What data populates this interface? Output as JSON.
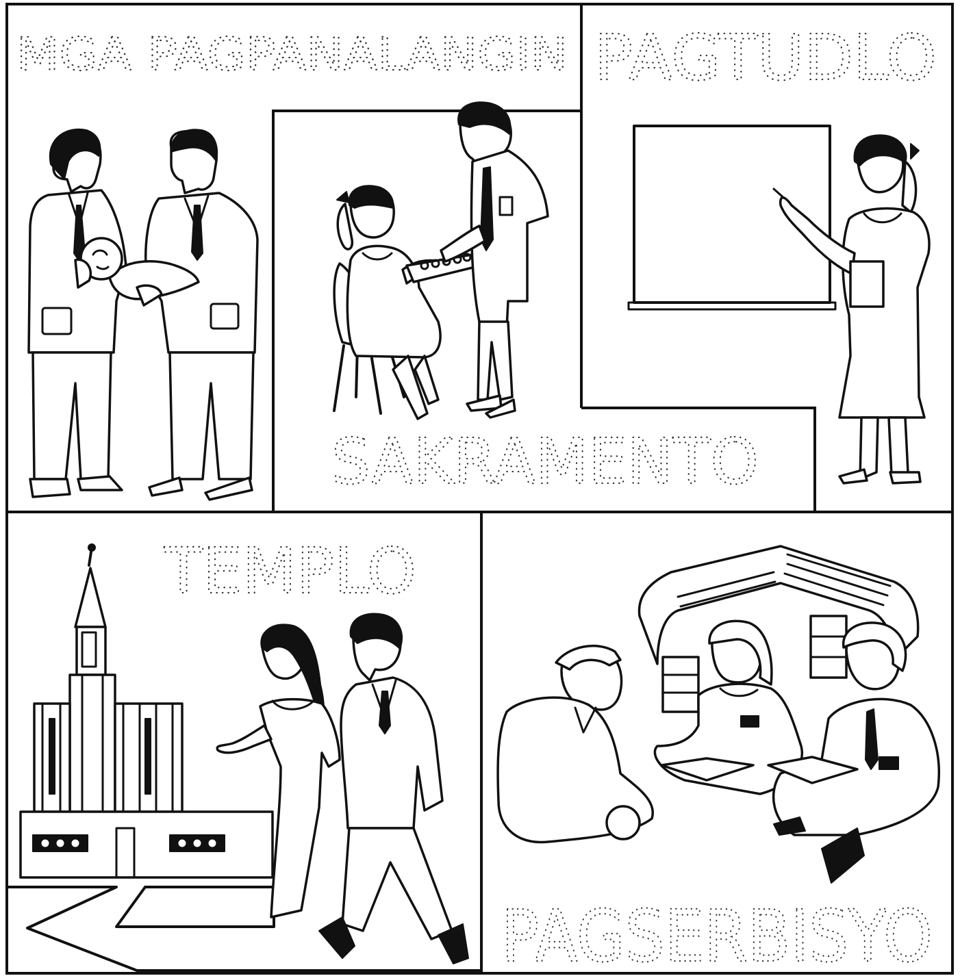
{
  "panels": {
    "blessing": {
      "label": "MGA PAGPANALANGIN"
    },
    "teaching": {
      "label": "PAGTUDLO"
    },
    "sacrament": {
      "label": "SAKRAMENTO"
    },
    "temple": {
      "label": "TEMPLO"
    },
    "service": {
      "label": "PAGSERBISYO"
    }
  },
  "colors": {
    "line": "#111111",
    "paper": "#ffffff",
    "trace_text": "#333333"
  }
}
